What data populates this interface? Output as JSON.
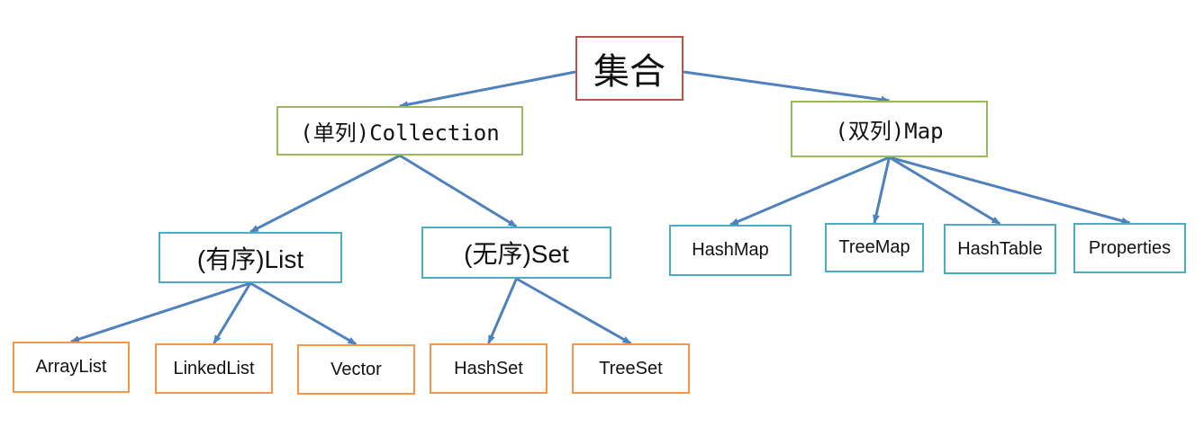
{
  "colors": {
    "root_border": "#c0504d",
    "interface_border": "#9bbb59",
    "sub_border": "#4bacc6",
    "leaf_list_border": "#f79646",
    "edge": "#4f81bd"
  },
  "nodes": {
    "root": "集合",
    "collection": "(单列)Collection",
    "map": "(双列)Map",
    "list": "(有序)List",
    "set": "(无序)Set",
    "arraylist": "ArrayList",
    "linkedlist": "LinkedList",
    "vector": "Vector",
    "hashset": "HashSet",
    "treeset": "TreeSet",
    "hashmap": "HashMap",
    "treemap": "TreeMap",
    "hashtable": "HashTable",
    "properties": "Properties"
  },
  "edges": [
    [
      "root",
      "collection"
    ],
    [
      "root",
      "map"
    ],
    [
      "collection",
      "list"
    ],
    [
      "collection",
      "set"
    ],
    [
      "list",
      "arraylist"
    ],
    [
      "list",
      "linkedlist"
    ],
    [
      "list",
      "vector"
    ],
    [
      "set",
      "hashset"
    ],
    [
      "set",
      "treeset"
    ],
    [
      "map",
      "hashmap"
    ],
    [
      "map",
      "treemap"
    ],
    [
      "map",
      "hashtable"
    ],
    [
      "map",
      "properties"
    ]
  ]
}
